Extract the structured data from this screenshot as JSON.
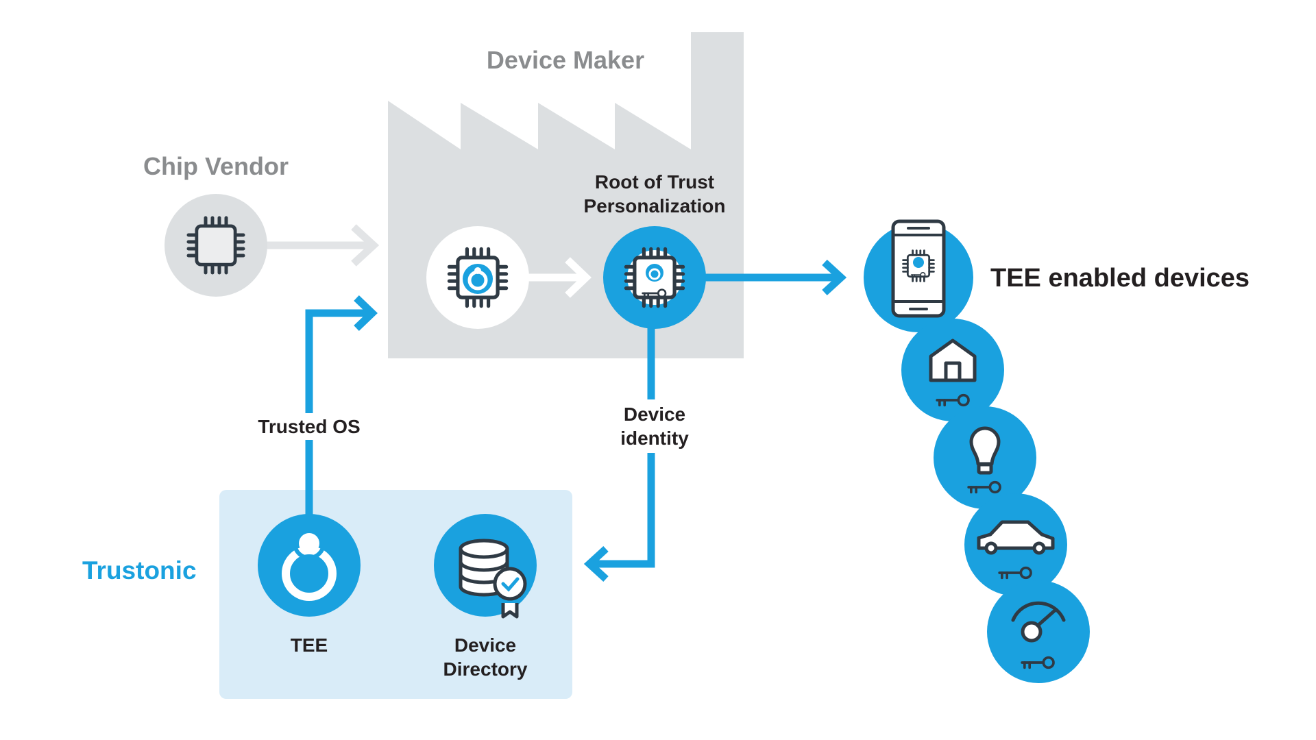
{
  "colors": {
    "blue": "#1aa1df",
    "light_blue_box": "#d9ecf8",
    "factory_gray": "#dcdfe1",
    "chip_gray": "#dcdfe1",
    "icon_dark": "#2f3a44",
    "arrow_light": "#e2e4e6"
  },
  "labels": {
    "chip_vendor": "Chip Vendor",
    "device_maker": "Device Maker",
    "root_of_trust_line1": "Root of Trust",
    "root_of_trust_line2": "Personalization",
    "tee_enabled_devices": "TEE enabled devices",
    "trusted_os": "Trusted OS",
    "device_identity_line1": "Device",
    "device_identity_line2": "identity",
    "trustonic": "Trustonic",
    "tee": "TEE",
    "device_directory_line1": "Device",
    "device_directory_line2": "Directory"
  },
  "icons": [
    "chip-icon",
    "chip-tee-icon",
    "chip-key-icon",
    "smartphone-icon",
    "house-key-icon",
    "lightbulb-key-icon",
    "car-key-icon",
    "meter-key-icon",
    "tee-logo-icon",
    "database-certified-icon"
  ]
}
